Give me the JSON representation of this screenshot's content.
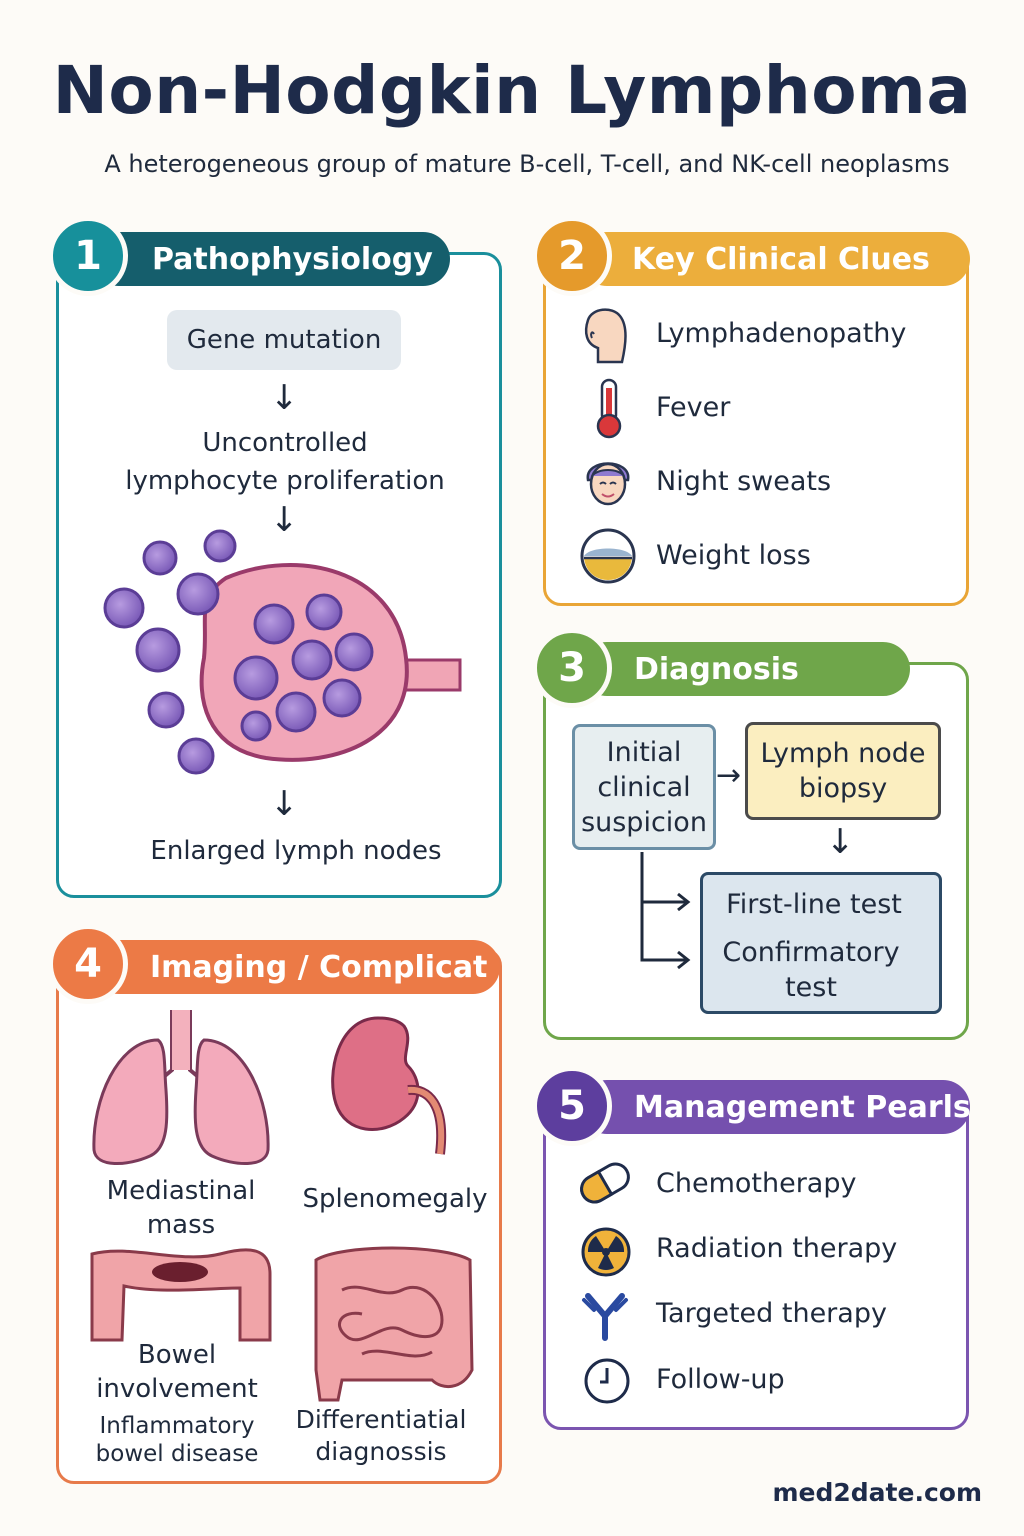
{
  "title": "Non-Hodgkin Lymphoma",
  "subtitle": "A heterogeneous group of mature B-cell, T-cell, and NK-cell neoplasms",
  "sections": {
    "pathophysiology": {
      "number": "1",
      "heading": "Pathophysiology",
      "color": "#17909b",
      "step1": "Gene mutation",
      "step2": "Uncontrolled lymphocyte proliferation",
      "step2_line1": "Uncontrolled",
      "step2_line2": "lymphocyte proliferation",
      "step3": "Enlarged lymph nodes",
      "illustration_icon": "lymph-node-with-lymphocytes"
    },
    "clinical_clues": {
      "number": "2",
      "heading": "Key Clinical Clues",
      "color": "#ecae3c",
      "items": [
        {
          "label": "Lymphadenopathy",
          "icon": "head-neck-icon"
        },
        {
          "label": "Fever",
          "icon": "thermometer-icon"
        },
        {
          "label": "Night sweats",
          "icon": "sweating-face-icon"
        },
        {
          "label": "Weight loss",
          "icon": "scale-icon"
        }
      ]
    },
    "diagnosis": {
      "number": "3",
      "heading": "Diagnosis",
      "color": "#6fa64a",
      "initial": "Initial clinical suspicion",
      "initial_lines": [
        "Initial",
        "clinical",
        "suspicion"
      ],
      "biopsy_lines": [
        "Lymph node",
        "biopsy"
      ],
      "first_line": "First-line test",
      "confirmatory_lines": [
        "Confirmatory",
        "test"
      ]
    },
    "imaging": {
      "number": "4",
      "heading": "Imaging / Complicat",
      "color": "#ec7a46",
      "mediastinal": [
        "Mediastinal",
        "mass"
      ],
      "splenomegaly": "Splenomegaly",
      "bowel": [
        "Bowel",
        "involvement"
      ],
      "bowel_sub": [
        "Inflammatory",
        "bowel disease"
      ],
      "differential": [
        "Differentiatial",
        "diagnossis"
      ]
    },
    "management": {
      "number": "5",
      "heading": "Management Pearls",
      "color": "#7550ae",
      "items": [
        {
          "label": "Chemotherapy",
          "icon": "capsule-icon"
        },
        {
          "label": "Radiation therapy",
          "icon": "radiation-icon"
        },
        {
          "label": "Targeted therapy",
          "icon": "antibody-icon"
        },
        {
          "label": "Follow-up",
          "icon": "clock-icon"
        }
      ]
    }
  },
  "footer": "med2date.com"
}
